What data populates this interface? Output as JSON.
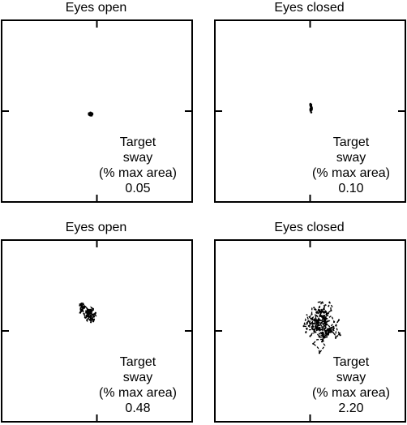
{
  "chart_data": [
    {
      "type": "scatter",
      "title": "Eyes open",
      "annotation": {
        "line1": "Target",
        "line2": "sway",
        "line3": "(% max area)",
        "value": "0.05"
      },
      "sway_percent_max_area": 0.05,
      "trace": {
        "center": [
          -0.06,
          -0.02
        ],
        "spread": [
          0.02,
          0.035
        ],
        "points": 60,
        "seed": 11
      }
    },
    {
      "type": "scatter",
      "title": "Eyes closed",
      "annotation": {
        "line1": "Target",
        "line2": "sway",
        "line3": "(% max area)",
        "value": "0.10"
      },
      "sway_percent_max_area": 0.1,
      "trace": {
        "center": [
          0.02,
          0.02
        ],
        "spread": [
          0.012,
          0.045
        ],
        "points": 60,
        "seed": 23
      }
    },
    {
      "type": "scatter",
      "title": "Eyes open",
      "annotation": {
        "line1": "Target",
        "line2": "sway",
        "line3": "(% max area)",
        "value": "0.48"
      },
      "sway_percent_max_area": 0.48,
      "trace": {
        "center": [
          -0.07,
          0.18
        ],
        "spread": [
          0.06,
          0.08
        ],
        "points": 140,
        "seed": 37
      }
    },
    {
      "type": "scatter",
      "title": "Eyes closed",
      "annotation": {
        "line1": "Target",
        "line2": "sway",
        "line3": "(% max area)",
        "value": "2.20"
      },
      "sway_percent_max_area": 2.2,
      "trace": {
        "center": [
          0.1,
          0.14
        ],
        "spread": [
          0.14,
          0.18
        ],
        "points": 220,
        "seed": 51
      }
    }
  ]
}
